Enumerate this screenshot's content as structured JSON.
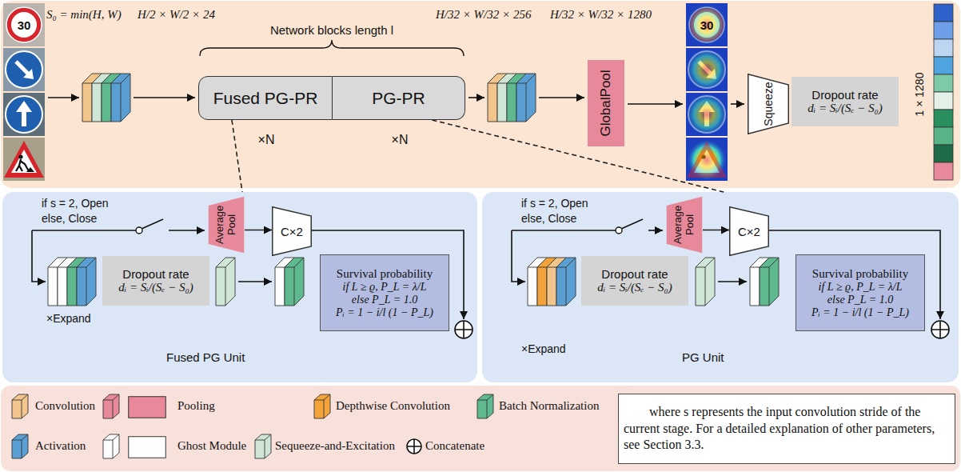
{
  "diagram": {
    "nodes": [
      {
        "text": [
          "Fused PG-PR"
        ]
      },
      {
        "text": [
          "PG-PR"
        ]
      },
      {
        "text": [
          "GlobalPool"
        ]
      },
      {
        "text": [
          "Squeeze"
        ]
      },
      {
        "text": [
          "Dropout rate",
          "dᵢ = Sᵢ/(Sₑ − S₀)"
        ]
      },
      {
        "text": [
          "Fused PG Unit"
        ]
      },
      {
        "text": [
          "Average Pool"
        ],
        "in": 5
      },
      {
        "text": [
          "C×2"
        ],
        "in": 5
      },
      {
        "text": [
          "Dropout rate",
          "dᵢ = Sᵢ/(Sₑ − S₀)"
        ],
        "in": 5
      },
      {
        "text": [
          "Survival probability",
          "if L ≥ ϱ, P_L = λ/L",
          "else P_L = 1.0",
          "Pᵢ = 1 − i/l (1 − P_L)"
        ],
        "in": 5
      },
      {
        "text": [
          "PG Unit"
        ]
      },
      {
        "text": [
          "Average Pool"
        ],
        "in": 10
      },
      {
        "text": [
          "C×2"
        ],
        "in": 10
      },
      {
        "text": [
          "Dropout rate",
          "dᵢ = Sᵢ/(Sₑ − S₀)"
        ],
        "in": 10
      },
      {
        "text": [
          "Survival probability",
          "if L ≥ ϱ, P_L = λ/L",
          "else P_L = 1.0",
          "Pᵢ = 1 − i/l (1 − P_L)"
        ],
        "in": 10
      },
      {
        "text": [
          "where s represents the input convolution stride of the current stage. For a detailed explanation of other parameters, see Section 3.3."
        ]
      }
    ],
    "edges": [
      {
        "from": 0,
        "to": 5,
        "arrow": "none"
      },
      {
        "from": 1,
        "to": 10,
        "arrow": "none"
      },
      {
        "from": 6,
        "to": 7,
        "arrow": "to"
      },
      {
        "from": 11,
        "to": 12,
        "arrow": "to"
      }
    ],
    "labels": [
      "S₀ = min(H, W)",
      "H/2 × W/2 × 24",
      "Network blocks length l",
      "×N",
      "×N",
      "H/32 × W/32 × 256",
      "H/32 × W/32 × 1280",
      "1 × 1280",
      "30",
      "30",
      "if s = 2, Open",
      "else, Close",
      "×Expand",
      "if s = 2, Open",
      "else, Close",
      "×Expand"
    ],
    "legend": [
      {
        "text": "Convolution",
        "color": "#f2c58c"
      },
      {
        "text": "Pooling",
        "color": "#e8899b"
      },
      {
        "text": "Depthwise Convolution",
        "color": "#f3a33a"
      },
      {
        "text": "Batch Normalization",
        "color": "#5fb98e"
      },
      {
        "text": "Activation",
        "color": "#5a9fd4"
      },
      {
        "text": "Ghost Module",
        "color": "#ffffff"
      },
      {
        "text": "Sequeeze-and-Excitation",
        "color": "#cfe6d6"
      },
      {
        "text": "Concatenate"
      }
    ]
  }
}
